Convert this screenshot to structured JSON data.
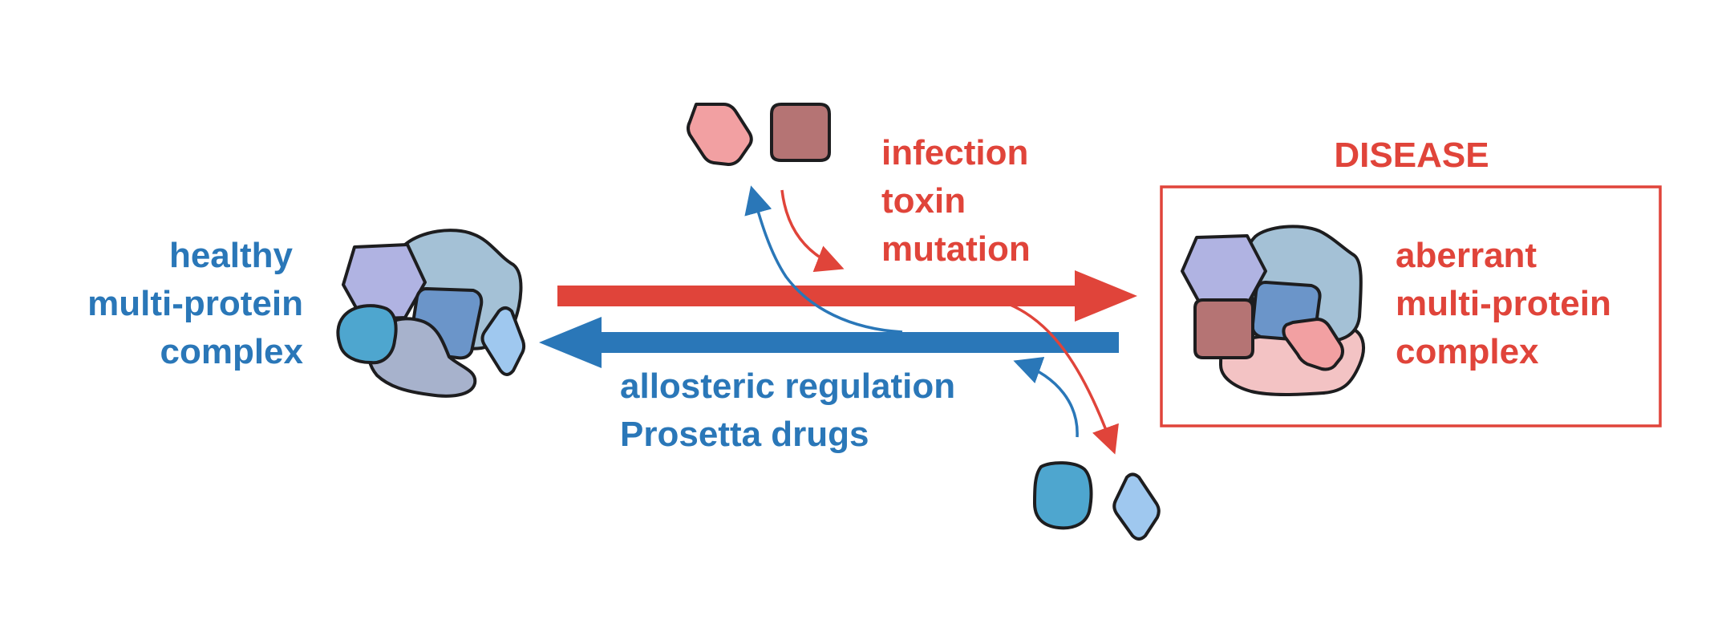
{
  "healthy_label": [
    "healthy",
    "multi-protein",
    "complex"
  ],
  "disease_title": "DISEASE",
  "aberrant_label": [
    "aberrant",
    "multi-protein",
    "complex"
  ],
  "disease_causes": [
    "infection",
    "toxin",
    "mutation"
  ],
  "therapies": [
    "allosteric regulation",
    "Prosetta drugs"
  ],
  "colors": {
    "healthy_blue": "#2a77b8",
    "disease_red": "#e0443a"
  }
}
